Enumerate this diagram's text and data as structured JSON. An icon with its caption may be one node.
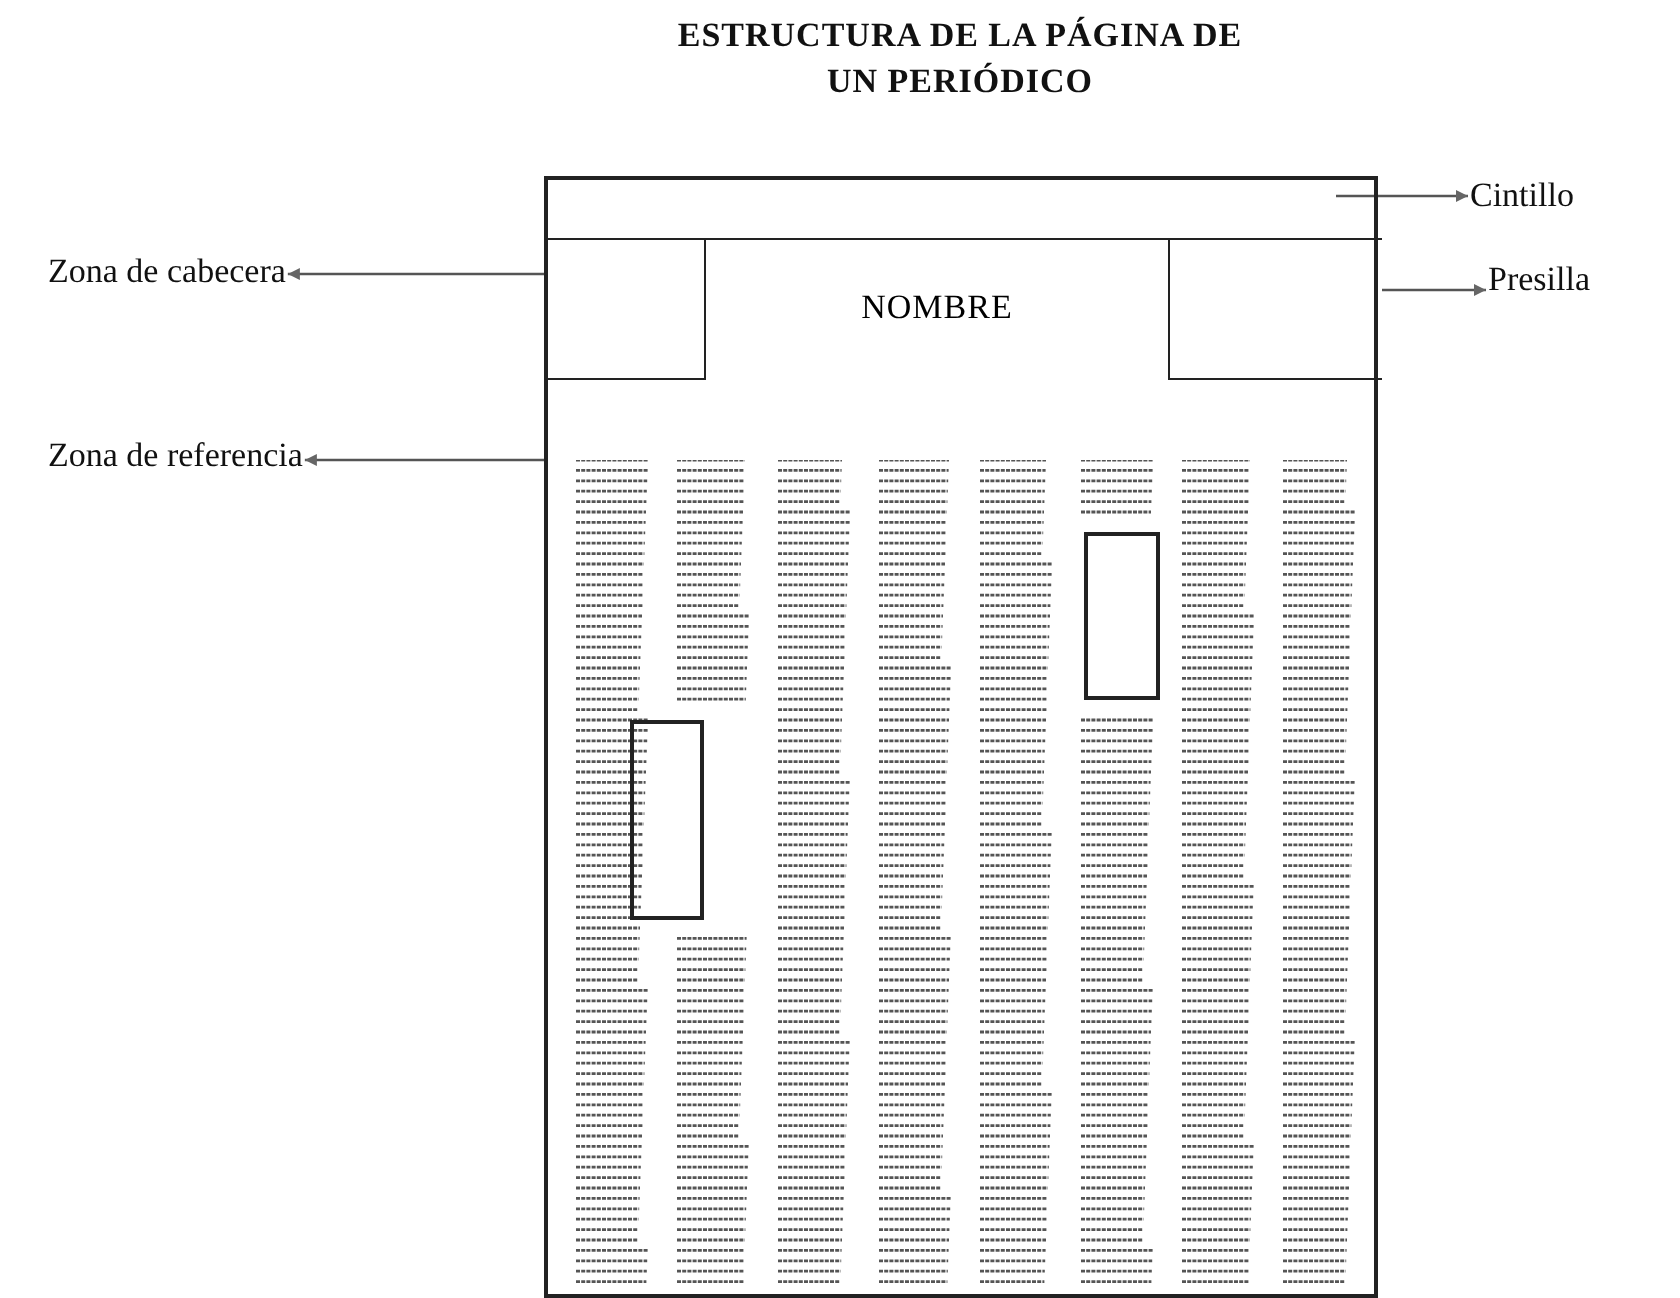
{
  "diagram": {
    "title": "ESTRUCTURA DE LA PÁGINA DE UN PERIÓDICO",
    "nodes": [
      {
        "text": [],
        "shape": "box"
      },
      {
        "text": [],
        "shape": "box",
        "in": 0
      },
      {
        "text": [],
        "shape": "box",
        "in": 0
      },
      {
        "text": [
          "NOMBRE"
        ],
        "in": 0
      },
      {
        "text": [],
        "shape": "box",
        "in": 0
      },
      {
        "text": [],
        "shape": "box",
        "in": 0
      },
      {
        "text": [],
        "shape": "box",
        "in": 5
      },
      {
        "text": [],
        "shape": "box",
        "in": 5
      },
      {
        "text": [
          "Cintillo"
        ]
      },
      {
        "text": [
          "Zona de  cabecera"
        ]
      },
      {
        "text": [
          "Presilla"
        ]
      },
      {
        "text": [
          "Zona de referencia"
        ]
      }
    ],
    "edges": [
      {
        "from": 1,
        "to": 8,
        "arrow": "to"
      },
      {
        "from": 2,
        "to": 9,
        "arrow": "to"
      },
      {
        "from": 4,
        "to": 10,
        "arrow": "to"
      },
      {
        "from": 5,
        "to": 11,
        "arrow": "to"
      }
    ]
  }
}
